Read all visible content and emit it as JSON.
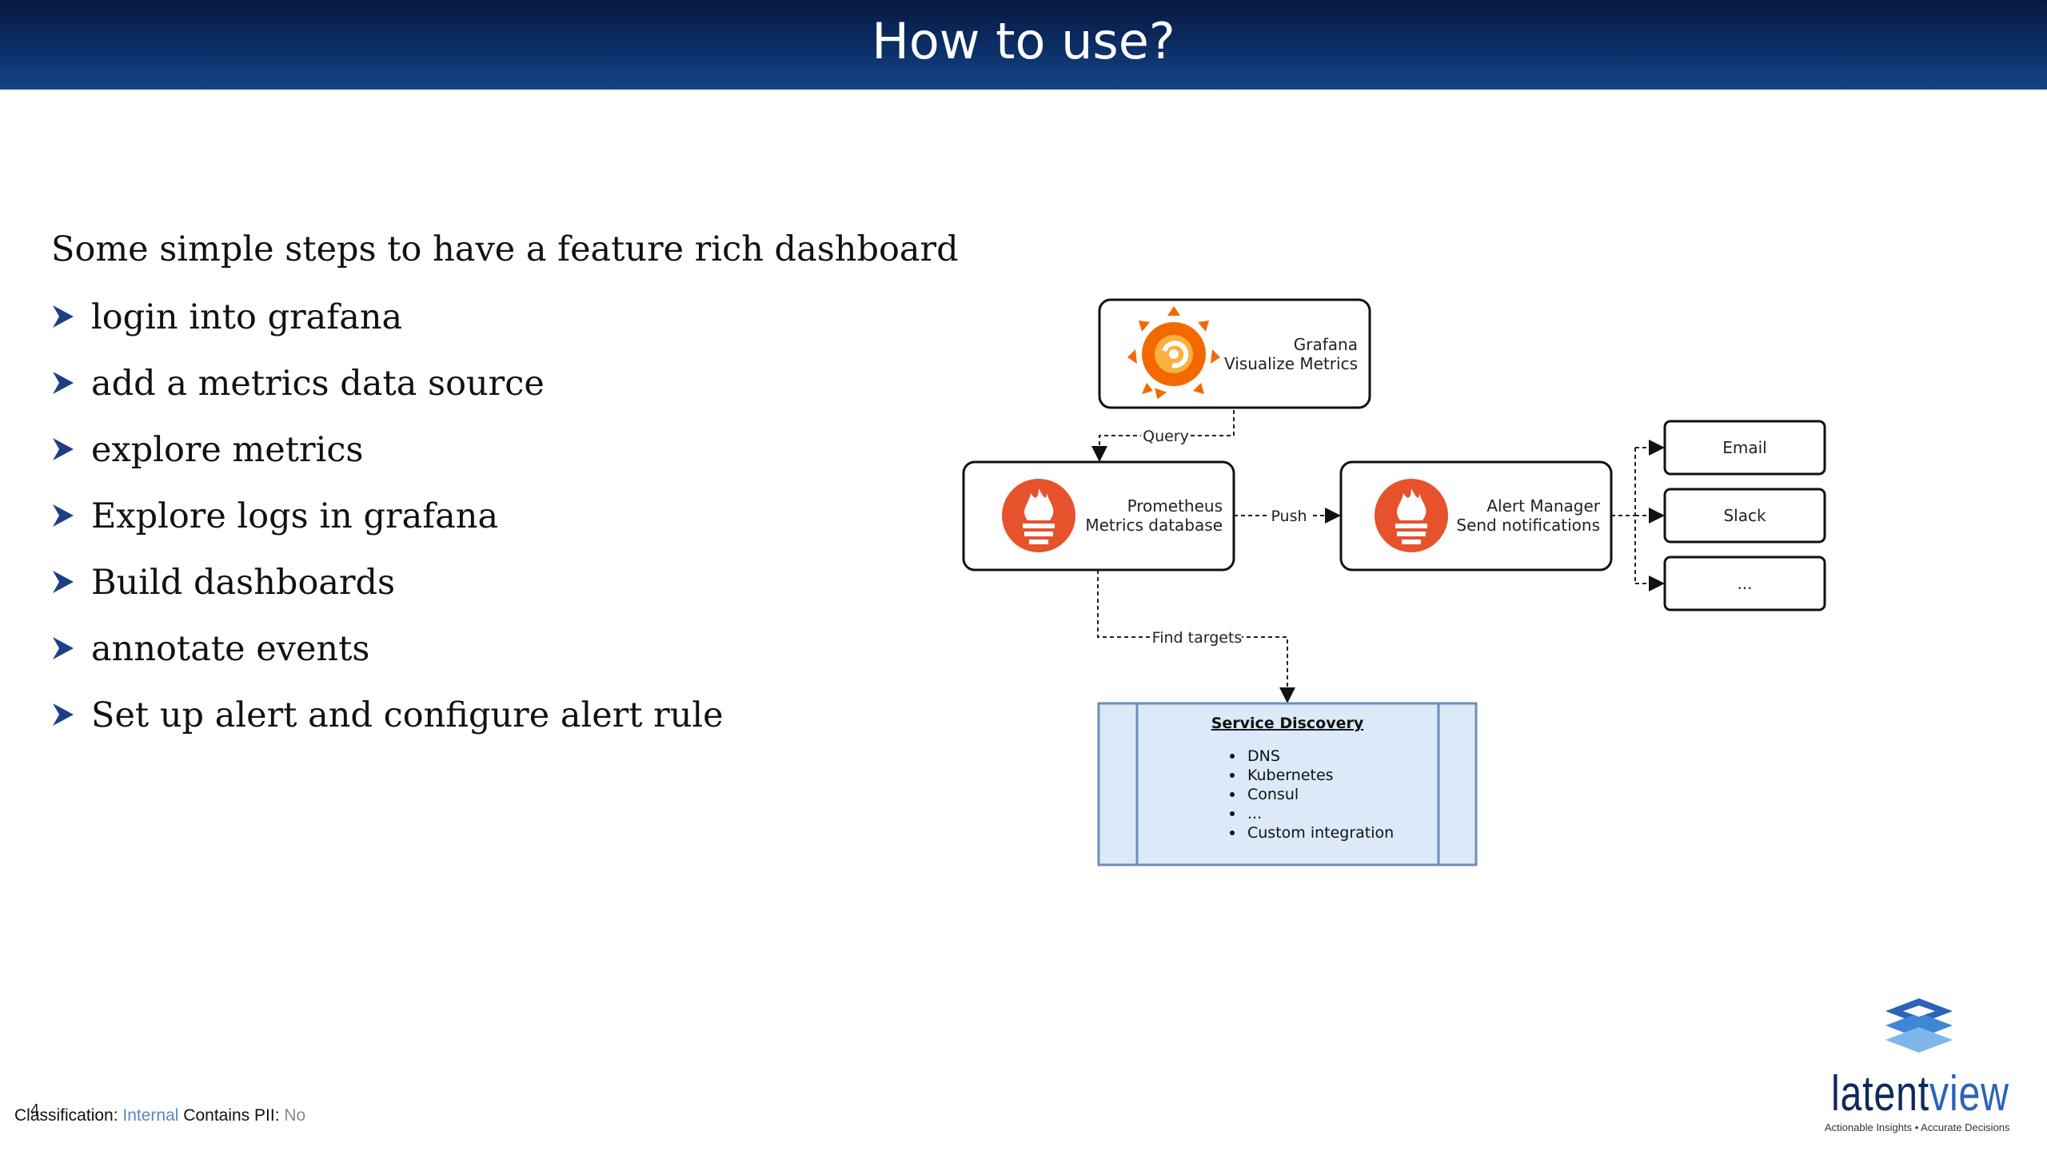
{
  "header": {
    "title": "How to use?"
  },
  "content": {
    "intro": "Some simple steps to have a feature rich dashboard",
    "steps": [
      "login into grafana",
      "add a metrics data source",
      "explore metrics",
      "Explore logs in grafana",
      "Build dashboards",
      "annotate events",
      "Set up alert and configure alert rule"
    ]
  },
  "diagram": {
    "grafana": {
      "line1": "Grafana",
      "line2": "Visualize Metrics"
    },
    "prometheus": {
      "line1": "Prometheus",
      "line2": "Metrics database"
    },
    "alertmanager": {
      "line1": "Alert Manager",
      "line2": "Send notifications"
    },
    "edges": {
      "query": "Query",
      "push": "Push",
      "find_targets": "Find targets"
    },
    "notifiers": [
      "Email",
      "Slack",
      "..."
    ],
    "service_discovery": {
      "title": "Service Discovery",
      "items": [
        "DNS",
        "Kubernetes",
        "Consul",
        "...",
        "Custom integration"
      ]
    }
  },
  "footer": {
    "page_number": "4",
    "classification_label": "Classification:",
    "classification_value": "Internal",
    "pii_label": "Contains PII:",
    "pii_value": "No"
  },
  "logo": {
    "word_a": "latent",
    "word_b": "view",
    "tagline": "Actionable Insights • Accurate Decisions"
  },
  "colors": {
    "header": "#0d2f68",
    "prometheus": "#e6522c",
    "grafana": "#f46800",
    "sd_fill": "#dce9f8",
    "sd_border": "#6c8ebf"
  }
}
